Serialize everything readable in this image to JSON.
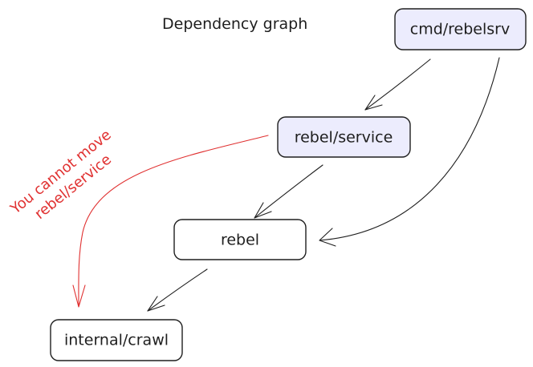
{
  "diagram": {
    "title": "Dependency graph",
    "nodes": {
      "cmd_rebelsrv": {
        "label": "cmd/rebelsrv",
        "fill": "#ececfd"
      },
      "rebel_service": {
        "label": "rebel/service",
        "fill": "#ececfd"
      },
      "rebel": {
        "label": "rebel",
        "fill": "#ffffff"
      },
      "internal_crawl": {
        "label": "internal/crawl",
        "fill": "#ffffff"
      }
    },
    "note": {
      "lines": [
        "You cannot move",
        "rebel/service"
      ],
      "color": "#e03131"
    },
    "edges": [
      {
        "from": "cmd/rebelsrv",
        "to": "rebel/service"
      },
      {
        "from": "cmd/rebelsrv",
        "to": "rebel"
      },
      {
        "from": "rebel/service",
        "to": "rebel"
      },
      {
        "from": "rebel",
        "to": "internal/crawl"
      },
      {
        "from": "rebel/service",
        "to": "internal/crawl",
        "color": "#e03131"
      }
    ]
  }
}
